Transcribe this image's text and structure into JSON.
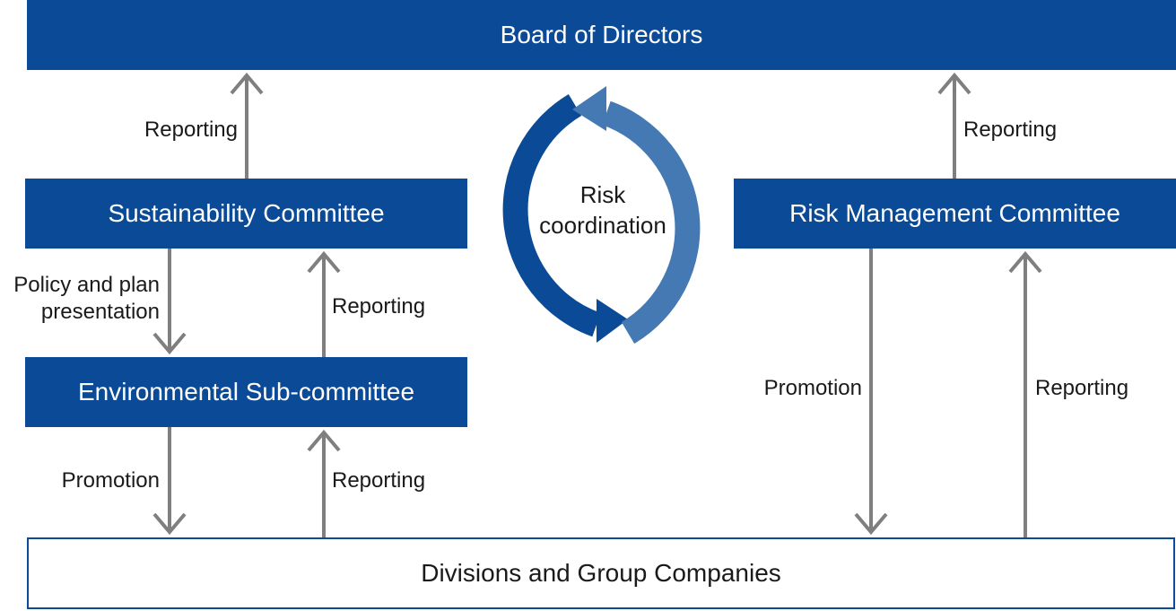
{
  "boxes": {
    "board": "Board of Directors",
    "sustainability": "Sustainability Committee",
    "environmental": "Environmental Sub-committee",
    "risk_management": "Risk Management Committee",
    "divisions": "Divisions and Group Companies"
  },
  "cycle": {
    "line1": "Risk",
    "line2": "coordination"
  },
  "labels": {
    "sust_to_board": "Reporting",
    "policy_line1": "Policy and plan",
    "policy_line2": "presentation",
    "env_to_sust": "Reporting",
    "env_promotion": "Promotion",
    "divs_to_env": "Reporting",
    "risk_to_board": "Reporting",
    "risk_promotion": "Promotion",
    "divs_to_risk": "Reporting"
  },
  "colors": {
    "box_fill": "#0a4a96",
    "arrow_gray": "#7f7f7f",
    "cycle_dark": "#0a4a96",
    "cycle_light": "#4479b3"
  }
}
